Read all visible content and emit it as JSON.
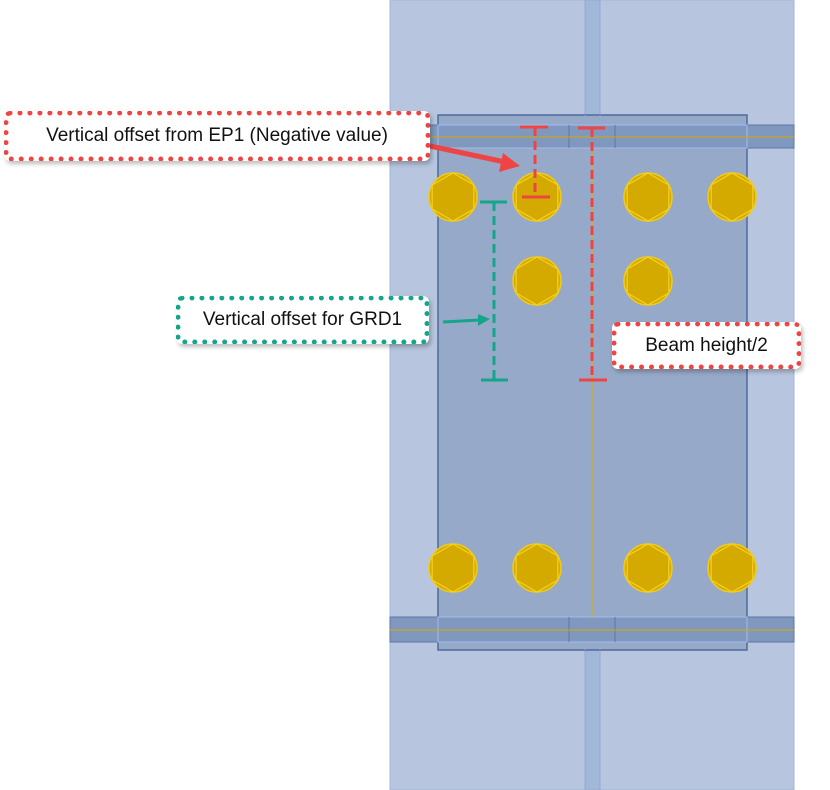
{
  "annotations": {
    "ep1_offset": "Vertical offset from EP1 (Negative value)",
    "grd1_offset": "Vertical offset for GRD1",
    "beam_height": "Beam height/2"
  },
  "colors": {
    "column": "#b7c6de",
    "plate": "#97a9c8",
    "flange": "#8198be",
    "bolt": "#d4aa00",
    "red": "#ef4444",
    "green": "#14a58a"
  }
}
